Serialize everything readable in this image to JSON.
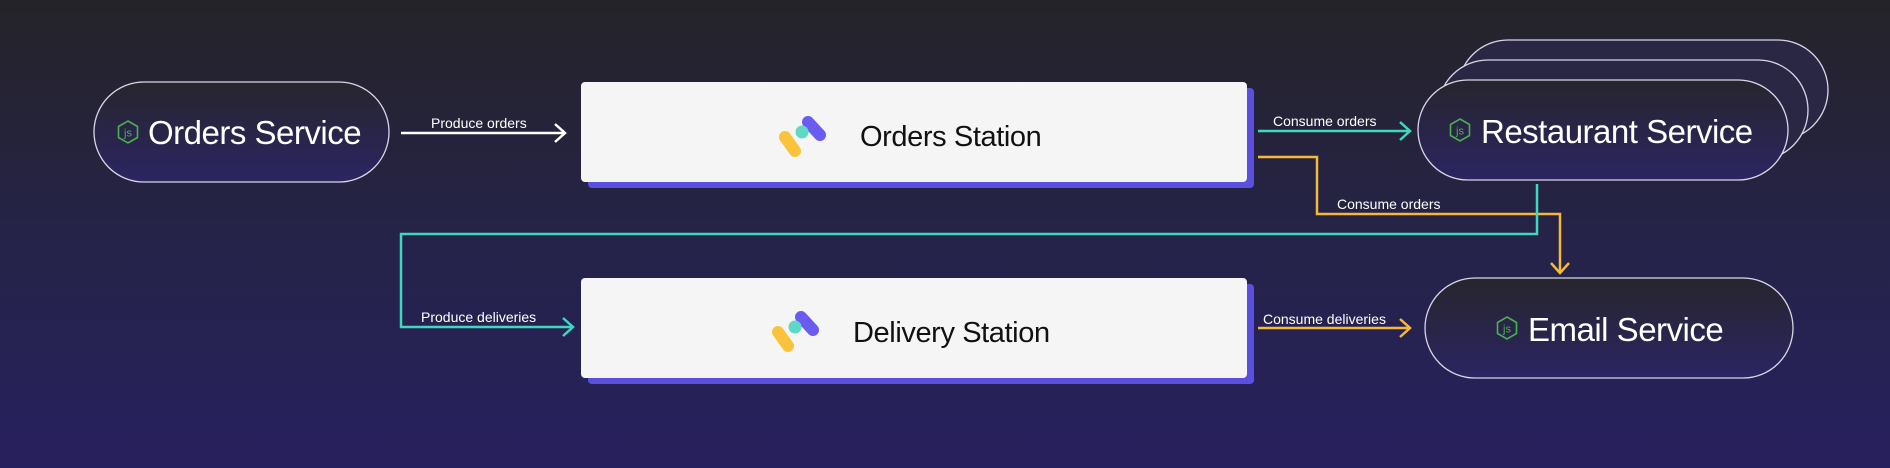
{
  "colors": {
    "background_top": "#252329",
    "background_bottom": "#27205e",
    "station_fill": "#f5f5f5",
    "station_shadow": "#5b4fe0",
    "teal": "#3fd7c0",
    "yellow": "#f5b83b",
    "white": "#ffffff",
    "node_icon": "#4caf50"
  },
  "services": {
    "orders": {
      "label": "Orders Service",
      "icon": "nodejs-icon"
    },
    "restaurant": {
      "label": "Restaurant Service",
      "icon": "nodejs-icon"
    },
    "email": {
      "label": "Email Service",
      "icon": "nodejs-icon"
    }
  },
  "stations": {
    "orders": {
      "label": "Orders Station",
      "icon": "memphis-logo-icon"
    },
    "delivery": {
      "label": "Delivery Station",
      "icon": "memphis-logo-icon"
    }
  },
  "edges": {
    "produce_orders": "Produce orders",
    "consume_orders_restaurant": "Consume orders",
    "consume_orders_email": "Consume orders",
    "produce_deliveries": "Produce deliveries",
    "consume_deliveries": "Consume deliveries"
  }
}
